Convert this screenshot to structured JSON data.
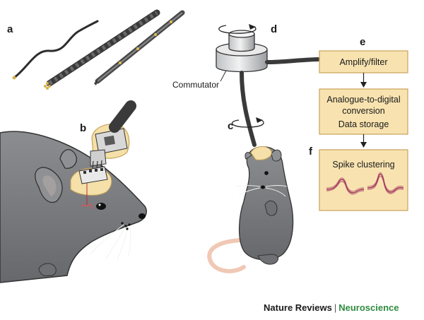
{
  "panel_labels": {
    "a": "a",
    "b": "b",
    "c": "c",
    "d": "d",
    "e": "e",
    "f": "f"
  },
  "commutator_label": "Commutator",
  "flow": {
    "amplify": "Amplify/filter",
    "adc_line1": "Analogue-to-digital",
    "adc_line2": "conversion",
    "storage": "Data storage",
    "spike": "Spike clustering"
  },
  "credit": {
    "publisher": "Nature Reviews",
    "separator": "|",
    "journal": "Neuroscience"
  },
  "colors": {
    "box_fill": "#f8e3b0",
    "box_stroke": "#c9a25a",
    "rat_fill": "#7d7f82",
    "spike_wave": "#a0325a",
    "journal_green": "#2e8b3e"
  }
}
